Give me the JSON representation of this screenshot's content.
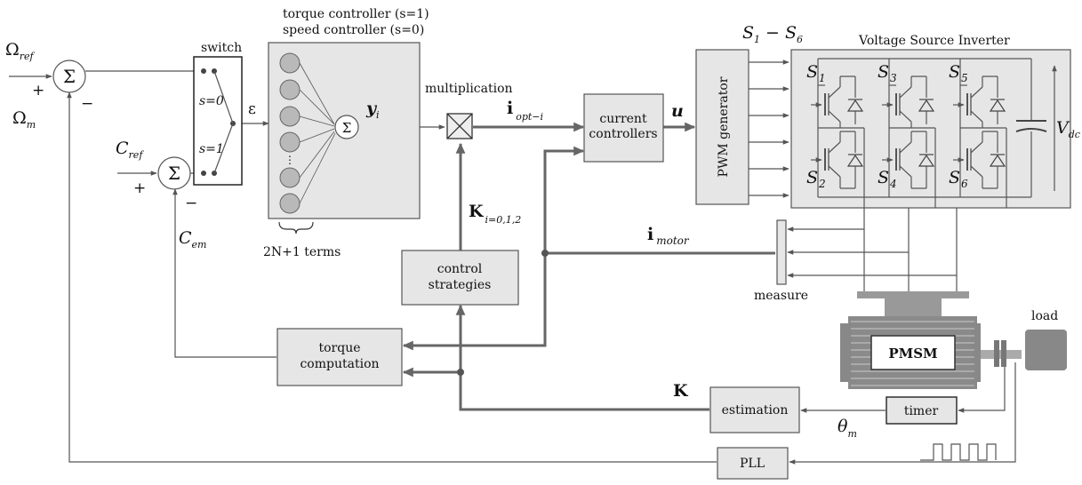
{
  "labels": {
    "omega_ref": "Ω",
    "omega_ref_sub": "ref",
    "omega_m": "Ω",
    "omega_m_sub": "m",
    "c_ref": "C",
    "c_ref_sub": "ref",
    "c_em": "C",
    "c_em_sub": "em",
    "plus": "+",
    "minus": "−",
    "sigma": "Σ",
    "switch": "switch",
    "s0": "s=0",
    "s1": "s=1",
    "epsilon": "ε",
    "nn_title_1": "torque controller (s=1)",
    "nn_title_2": "speed controller (s=0)",
    "y": "y",
    "y_sub": "i",
    "terms": "2N+1 terms",
    "multiplication": "multiplication",
    "i_opt": "i",
    "i_opt_sub": "opt−i",
    "k_i": "K",
    "k_i_sub": "i=0,1,2",
    "current_controllers_1": "current",
    "current_controllers_2": "controllers",
    "u": "u",
    "pwm": "PWM generator",
    "s_range": "S",
    "s_range_1": "1",
    "s_range_dash": "−",
    "s_range_6": "6",
    "vsi": "Voltage Source Inverter",
    "vdc": "V",
    "vdc_sub": "dc",
    "sw": [
      "1",
      "3",
      "5",
      "2",
      "4",
      "6"
    ],
    "i_motor": "i",
    "i_motor_sub": "motor",
    "measure": "measure",
    "control_strategies_1": "control",
    "control_strategies_2": "strategies",
    "torque_computation_1": "torque",
    "torque_computation_2": "computation",
    "k": "K",
    "estimation": "estimation",
    "timer": "timer",
    "theta": "θ",
    "theta_sub": "m",
    "pmsm": "PMSM",
    "load": "load",
    "pll": "PLL"
  }
}
